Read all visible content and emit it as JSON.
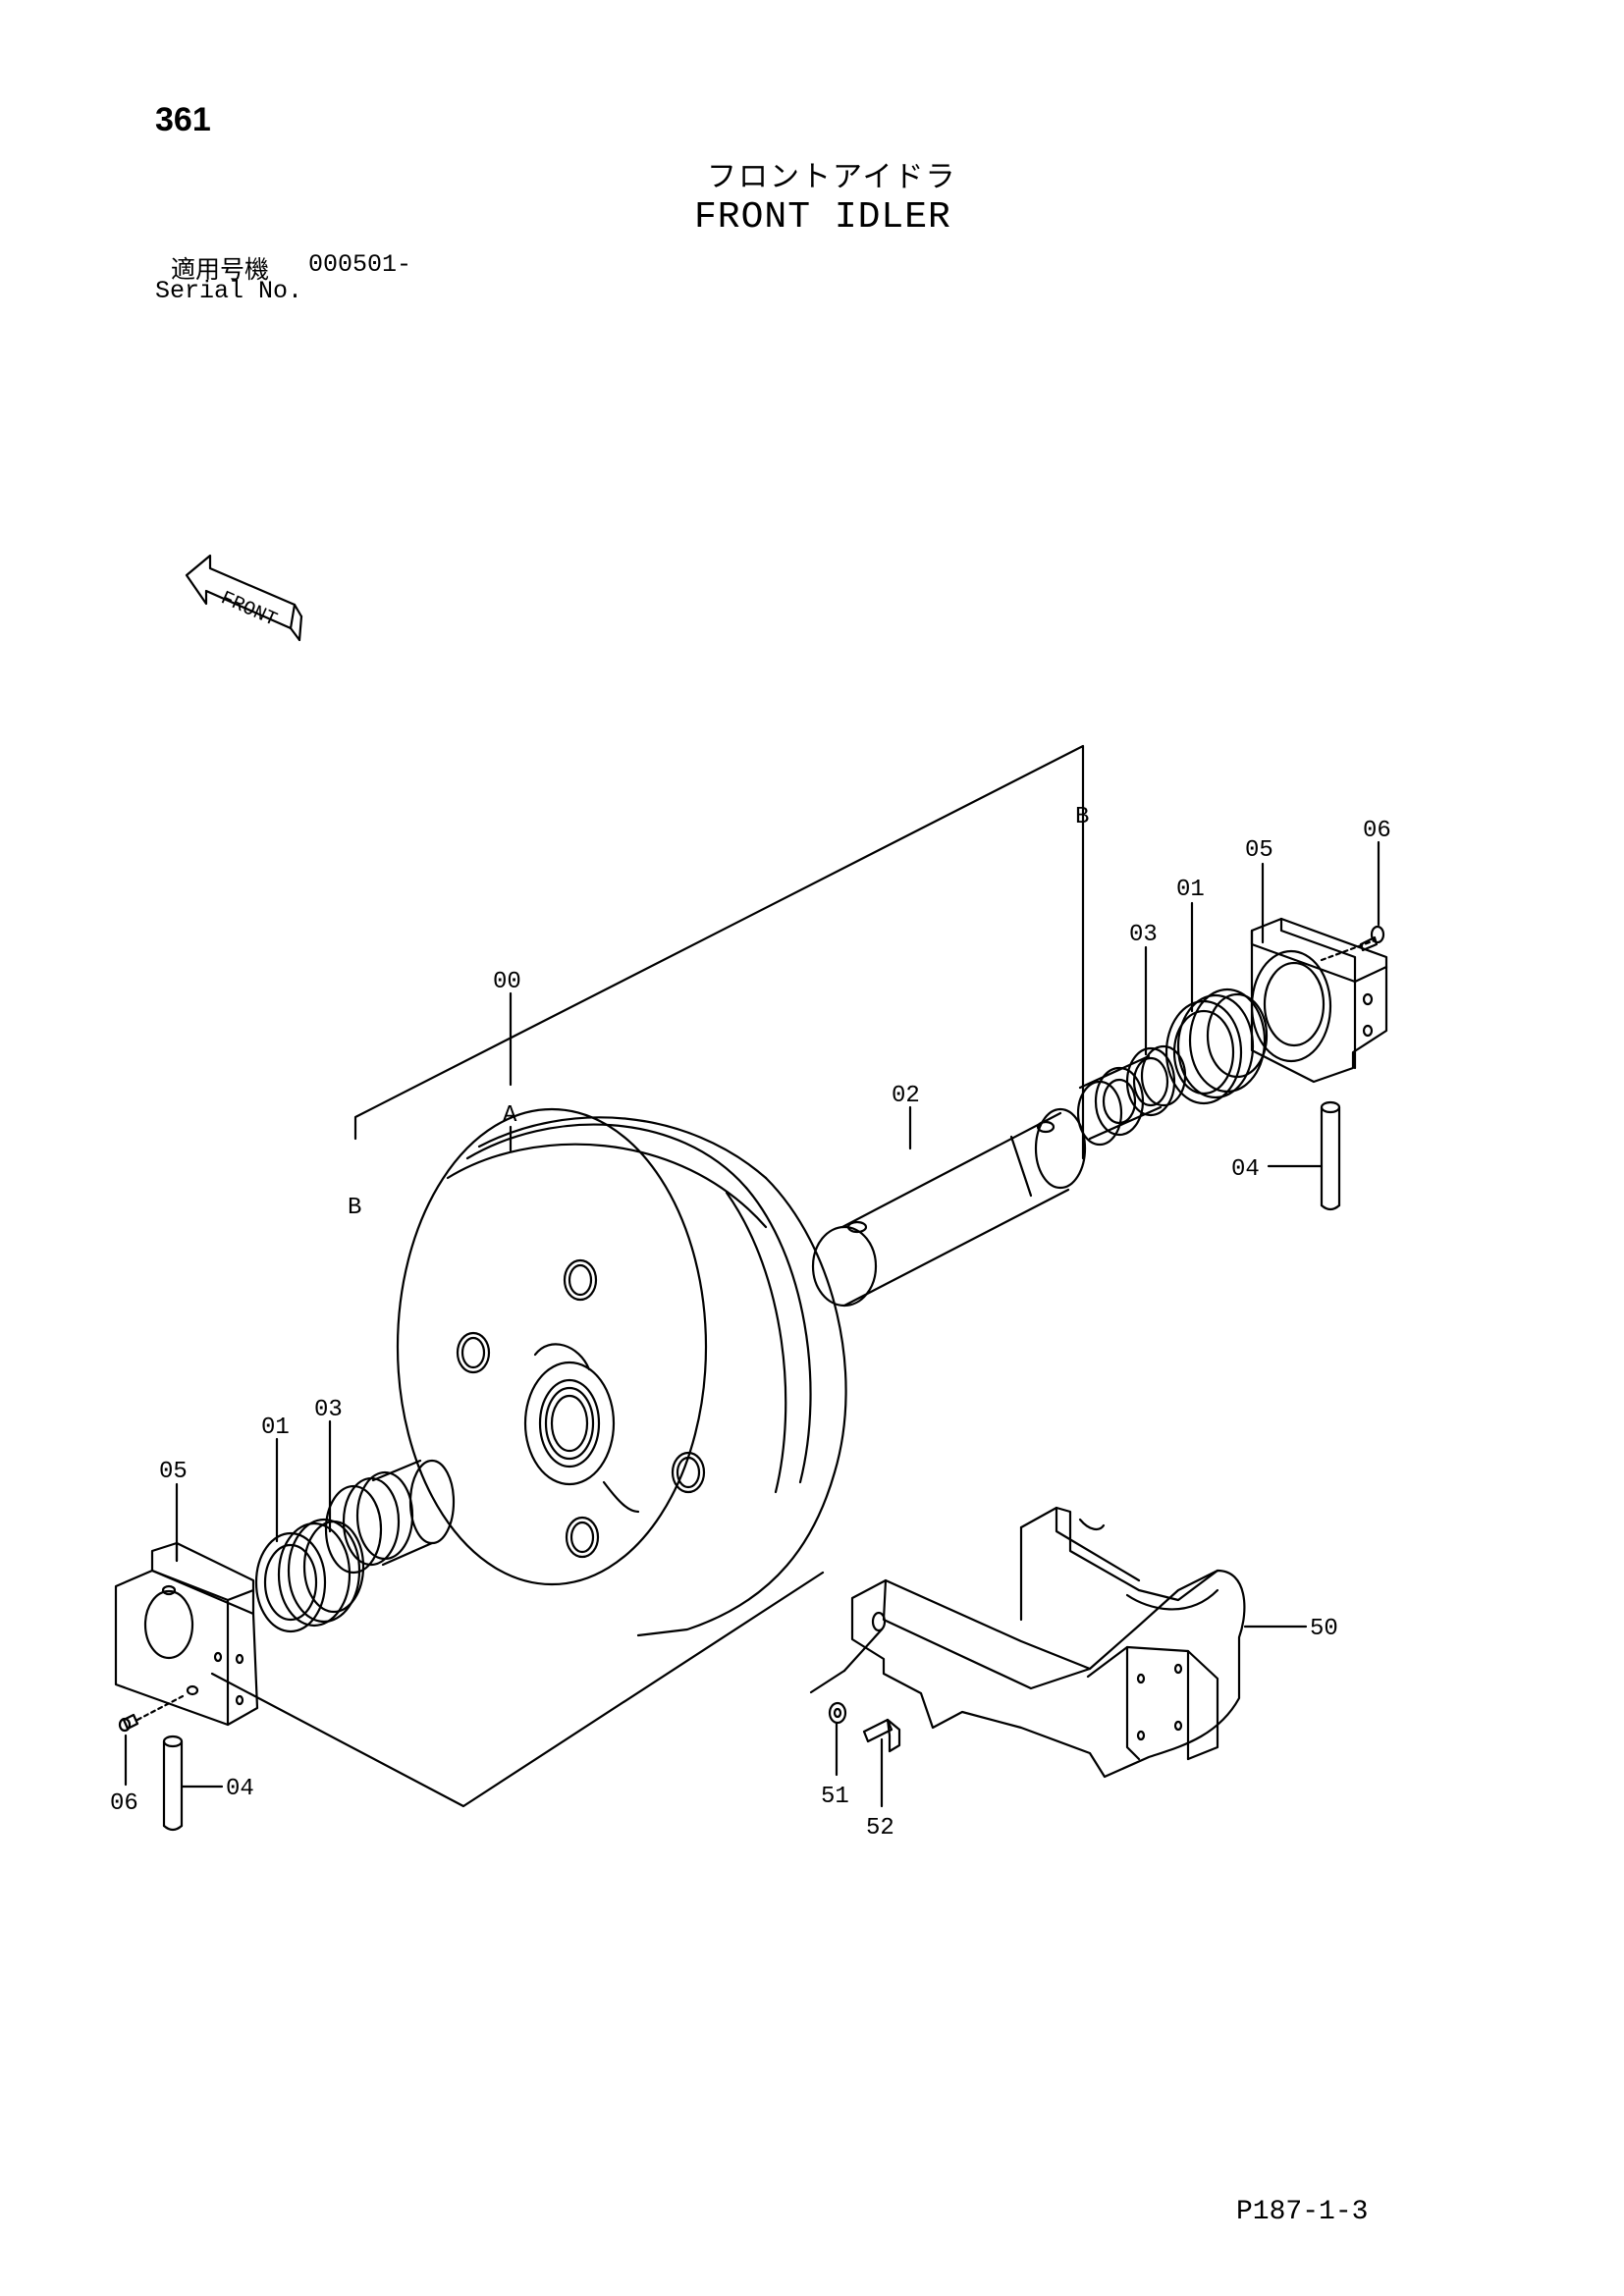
{
  "page_number": "361",
  "title": {
    "japanese": "フロントアイドラ",
    "english": "FRONT IDLER"
  },
  "serial": {
    "label_jp": "適用号機",
    "value": "000501-",
    "label_en": "Serial No."
  },
  "direction_arrow": {
    "label": "FRONT"
  },
  "callouts": {
    "p00": "00",
    "p01_right": "01",
    "p02": "02",
    "p03_right": "03",
    "p04_right": "04",
    "p05_right": "05",
    "p06_right": "06",
    "p01_left": "01",
    "p03_left": "03",
    "p04_left": "04",
    "p05_left": "05",
    "p06_left": "06",
    "p50": "50",
    "p51": "51",
    "p52": "52",
    "ref_a": "A",
    "ref_b_left": "B",
    "ref_b_right": "B"
  },
  "page_code": "P187-1-3"
}
